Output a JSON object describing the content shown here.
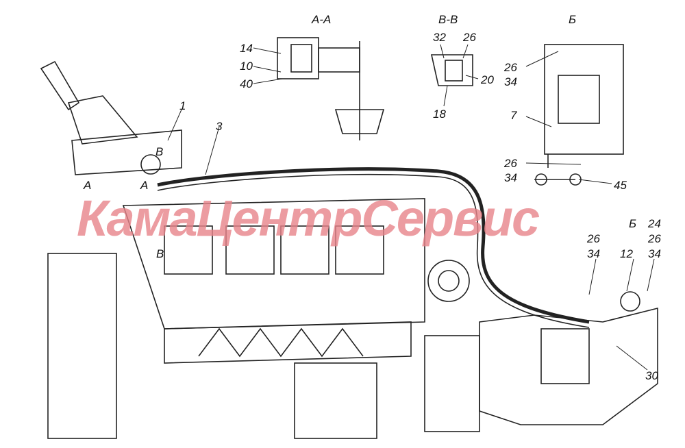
{
  "watermark": "КамаЦентрСервис",
  "sections": {
    "aa": "А-А",
    "vv": "В-В",
    "b": "Б"
  },
  "labels": {
    "l14": "14",
    "l10": "10",
    "l40": "40",
    "l32": "32",
    "l26a": "26",
    "l20": "20",
    "l18": "18",
    "l26b": "26",
    "l34b": "34",
    "l7": "7",
    "l26c": "26",
    "l34c": "34",
    "l45": "45",
    "l1": "1",
    "l3": "3",
    "cutB1": "В",
    "cutA1": "А",
    "cutA2": "А",
    "cutB2": "В",
    "viewB": "Б",
    "l24": "24",
    "l26d": "26",
    "l34d": "34",
    "l26e": "26",
    "l34e": "34",
    "l12": "12",
    "l30": "30"
  }
}
